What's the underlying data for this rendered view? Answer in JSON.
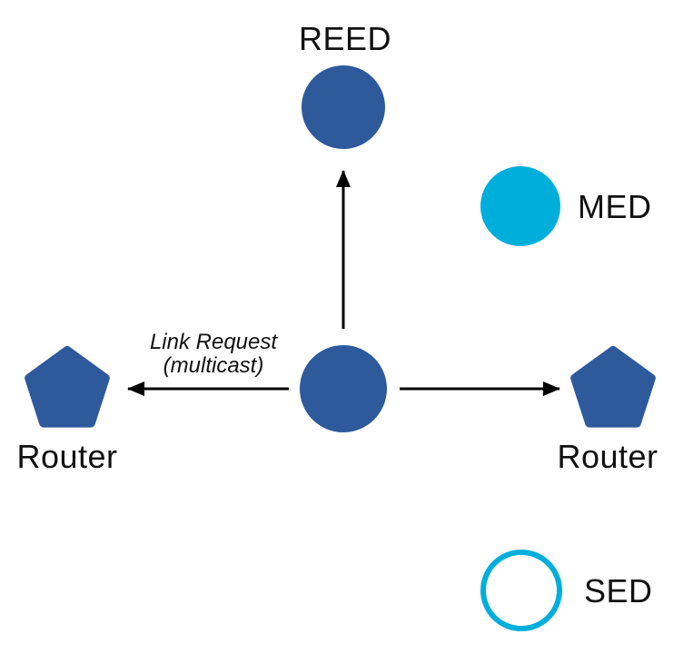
{
  "diagram": {
    "description": "Thread network topology diagram showing a joining node multicasting a Link Request to neighbors",
    "colors": {
      "router_blue": "#2E5A9C",
      "device_cyan": "#00AEDB",
      "arrow_black": "#000000",
      "background_white": "#ffffff"
    },
    "nodes": {
      "reed": {
        "label": "REED",
        "shape": "circle",
        "fill": "blue"
      },
      "med": {
        "label": "MED",
        "shape": "circle",
        "fill": "cyan"
      },
      "sed": {
        "label": "SED",
        "shape": "circle-outline",
        "fill": "white"
      },
      "router_left": {
        "label": "Router",
        "shape": "pentagon",
        "fill": "blue"
      },
      "router_right": {
        "label": "Router",
        "shape": "pentagon",
        "fill": "blue"
      },
      "sender": {
        "label": "",
        "shape": "circle",
        "fill": "blue"
      }
    },
    "edge_label": {
      "line1": "Link Request",
      "line2": "(multicast)"
    },
    "arrows": [
      {
        "name": "arrow-to-reed",
        "direction": "up"
      },
      {
        "name": "arrow-to-left-router",
        "direction": "left"
      },
      {
        "name": "arrow-to-right-router",
        "direction": "right"
      }
    ]
  }
}
